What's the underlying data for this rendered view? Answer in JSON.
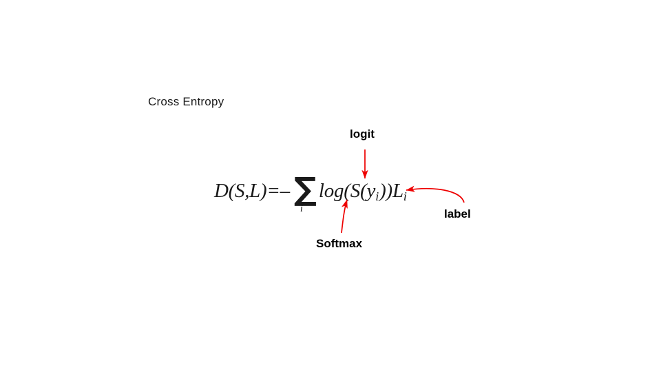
{
  "slide": {
    "title": "Cross Entropy",
    "background_color": "#ffffff"
  },
  "formula": {
    "full_text": "D(S,L)=- ∑_i log(S(y_i))L_i",
    "lhs": "D(S,L)=–",
    "sum_symbol": "∑",
    "sum_index": "i",
    "rhs_prefix": "log(S(y",
    "rhs_sub1": "i",
    "rhs_mid": "))L",
    "rhs_sub2": "i",
    "text_color": "#1a1a1a"
  },
  "annotations": {
    "logit": "logit",
    "label": "label",
    "softmax": "Softmax",
    "arrow_color": "#ee0000",
    "text_color": "#000000"
  }
}
